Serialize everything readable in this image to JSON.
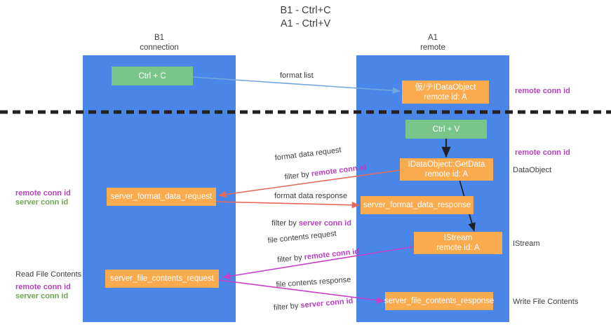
{
  "title": "B1 - Ctrl+C\nA1 - Ctrl+V",
  "lanes": [
    {
      "id": "b1",
      "title": "B1\nconnection"
    },
    {
      "id": "a1",
      "title": "A1\nremote"
    }
  ],
  "nodes": {
    "ctrl_c": "Ctrl + C",
    "ctrl_v": "Ctrl + V",
    "idataobject_remote": "仮/テIDataObject\nremote id: A",
    "idataobject_getdata": "IDataObject::GetData\nremote id: A",
    "server_format_data_request": "server_format_data_request",
    "server_format_data_response": "server_format_data_response",
    "istream": "IStream\nremote id: A",
    "server_file_contents_request": "server_file_contents_request",
    "server_file_contents_response": "server_file_contents_response"
  },
  "edge_labels": {
    "format_list": "format list",
    "format_data_request": "format data request",
    "format_data_request_filter_prefix": "filter by ",
    "format_data_request_filter_key": "remote conn id",
    "format_data_response": "format data response",
    "format_data_response_filter_prefix": "filter by ",
    "format_data_response_filter_key": "server conn id",
    "file_contents_request": "file contents request",
    "file_contents_request_filter_prefix": "filter by ",
    "file_contents_request_filter_key": "remote conn id",
    "file_contents_response": "file contents response",
    "file_contents_response_filter_prefix": "filter by ",
    "file_contents_response_filter_key": "server conn id"
  },
  "annotations": {
    "right_remote_conn_id_top": "remote conn id",
    "right_remote_conn_id_mid": "remote conn id",
    "dataobject": "DataObject",
    "istream": "IStream",
    "write_file_contents": "Write File Contents",
    "left_remote_conn_id": "remote conn id",
    "left_server_conn_id": "server conn id",
    "read_file_contents": "Read File Contents",
    "left_remote_conn_id2": "remote conn id",
    "left_server_conn_id2": "server conn id"
  },
  "colors": {
    "lane": "#4a86e8",
    "green_node": "#7ac68a",
    "orange_node": "#f9ab4e",
    "purple": "#b83fbd",
    "green_text": "#6aa84f",
    "red_arrow": "#e8685a",
    "magenta_arrow": "#c740c7",
    "blue_arrow": "#6fa8dc",
    "dark_arrow": "#202124",
    "divider": "#202124"
  }
}
